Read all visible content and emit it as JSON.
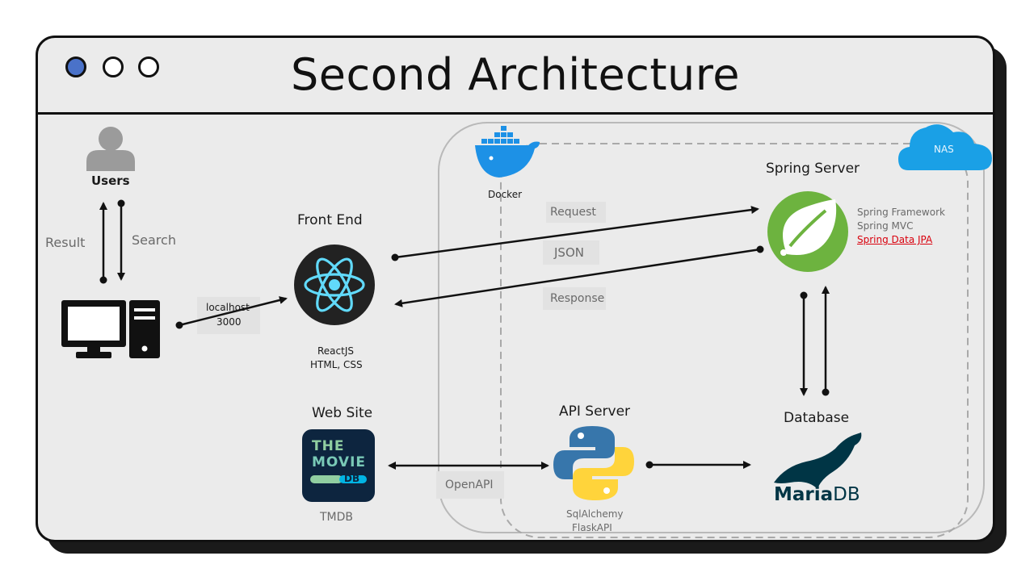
{
  "window": {
    "title": "Second Architecture",
    "buttons": [
      "circle-1",
      "circle-2",
      "circle-3"
    ]
  },
  "users": {
    "label": "Users",
    "result": "Result",
    "search": "Search"
  },
  "computer": {
    "link_label_1": "localhost",
    "link_label_2": "3000"
  },
  "frontend": {
    "title": "Front End",
    "tech_1": "ReactJS",
    "tech_2": "HTML, CSS"
  },
  "docker": {
    "label": "Docker"
  },
  "nas": {
    "label": "NAS"
  },
  "spring": {
    "title": "Spring Server",
    "tech_1": "Spring Framework",
    "tech_2": "Spring MVC",
    "tech_3": "Spring Data JPA"
  },
  "flows": {
    "request": "Request",
    "json": "JSON",
    "response": "Response",
    "openapi": "OpenAPI"
  },
  "website": {
    "title": "Web Site",
    "logo_1": "THE",
    "logo_2": "MOVIE",
    "logo_3": "DB",
    "caption": "TMDB"
  },
  "api": {
    "title": "API Server",
    "tech_1": "SqlAlchemy",
    "tech_2": "FlaskAPI"
  },
  "database": {
    "title": "Database",
    "logo_a": "Maria",
    "logo_b": "DB"
  },
  "colors": {
    "react_bg": "#222222",
    "react_cyan": "#61dafb",
    "spring_green": "#6db33f",
    "tmdb_bg": "#0d253f",
    "tmdb_green": "#90cea1",
    "tmdb_cyan": "#01b4e4",
    "maria": "#003545",
    "docker": "#1d91e6",
    "nas": "#1aa0e6",
    "accent_red": "#d9000d"
  }
}
